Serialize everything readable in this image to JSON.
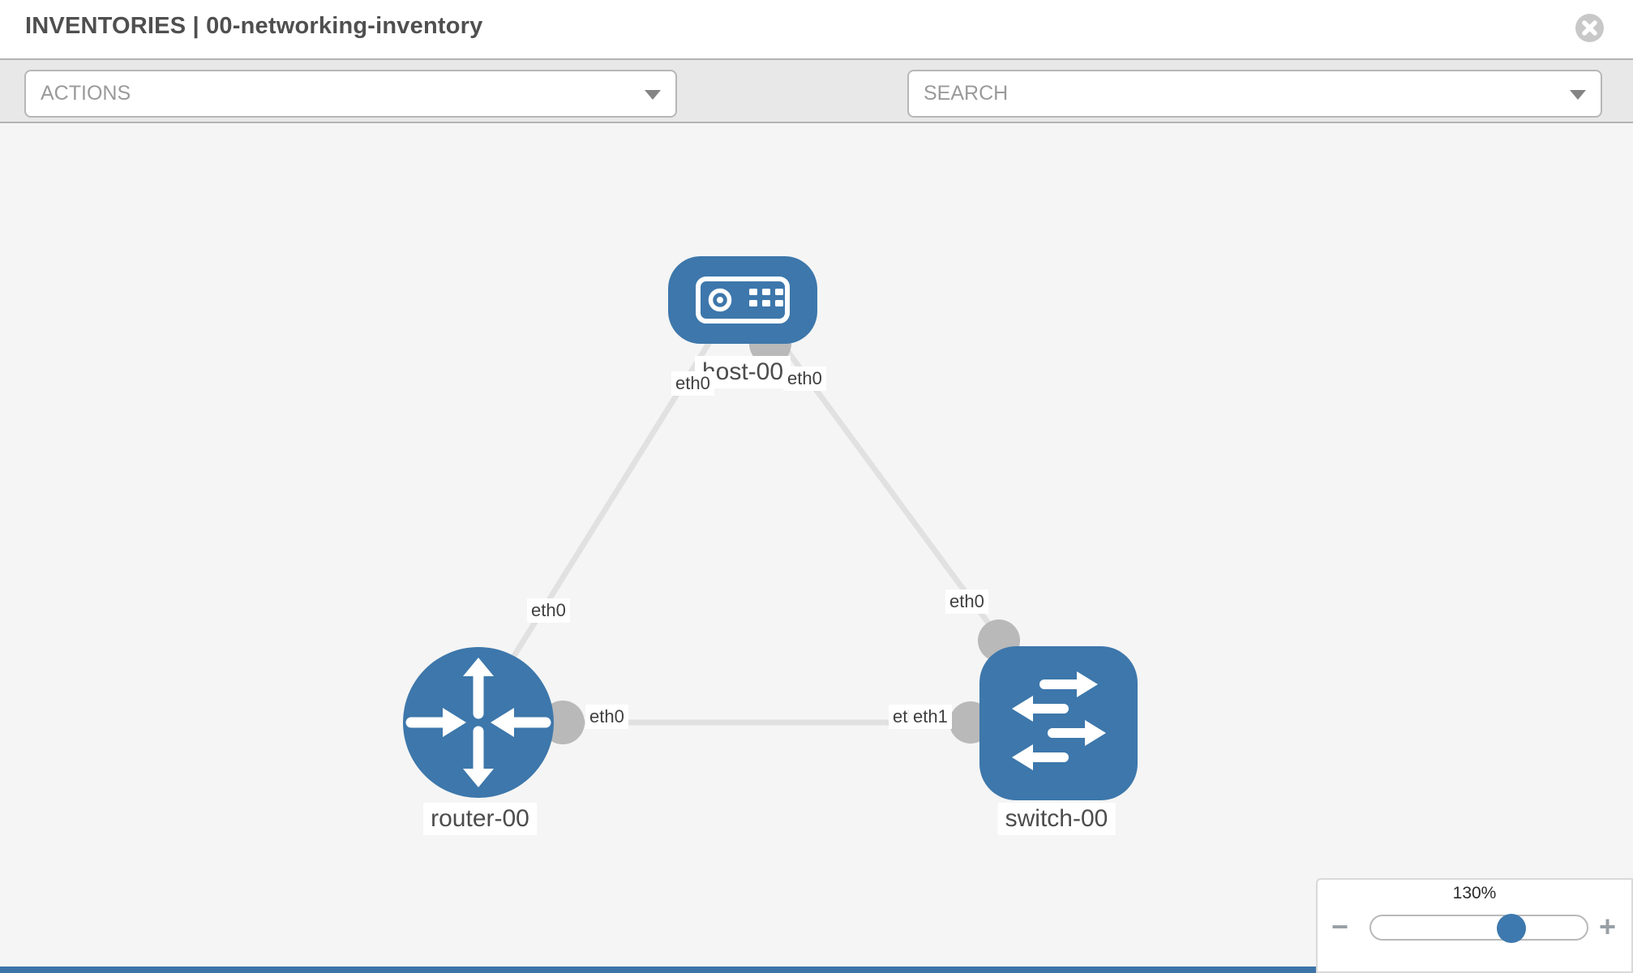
{
  "header": {
    "title": "INVENTORIES | 00-networking-inventory"
  },
  "toolbar": {
    "actions_label": "ACTIONS",
    "search_placeholder": "SEARCH"
  },
  "topology": {
    "nodes": [
      {
        "label": "host-00",
        "type": "host"
      },
      {
        "label": "router-00",
        "type": "router"
      },
      {
        "label": "switch-00",
        "type": "switch"
      }
    ],
    "interfaces": {
      "host_left": "eth0",
      "host_right": "eth0",
      "router_upper": "eth0",
      "switch_upper": "eth0",
      "router_right": "eth0",
      "switch_left_back": "eth1",
      "switch_left_front": "eth1"
    },
    "links": [
      {
        "from": "host-00",
        "from_iface": "eth0",
        "to": "router-00",
        "to_iface": "eth0"
      },
      {
        "from": "host-00",
        "from_iface": "eth0",
        "to": "switch-00",
        "to_iface": "eth0"
      },
      {
        "from": "router-00",
        "from_iface": "eth0",
        "to": "switch-00",
        "to_iface": "eth1"
      }
    ]
  },
  "zoom_control": {
    "level": "130%",
    "minus": "−",
    "plus": "+"
  },
  "colors": {
    "node_blue": "#3d77ab",
    "connector_gray": "#b9b9b9",
    "link_gray": "#e1e1e1",
    "canvas_bg": "#f5f5f5",
    "toolbar_bg": "#e8e8e8",
    "knob_blue": "#3d79ae",
    "bottom_bar_blue": "#3d74a8"
  }
}
